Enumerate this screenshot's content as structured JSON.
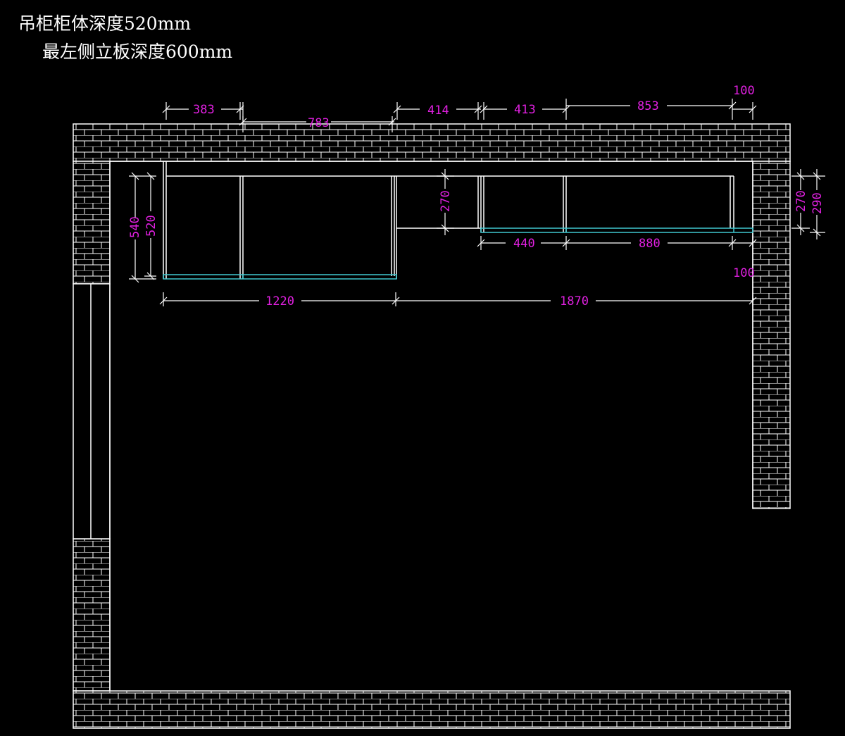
{
  "notes": {
    "line1": "吊柜柜体深度520mm",
    "line2": "最左侧立板深度600mm"
  },
  "dimensions": {
    "d383": "383",
    "d783": "783",
    "d414": "414",
    "d413": "413",
    "d853": "853",
    "d100_top": "100",
    "d540": "540",
    "d520": "520",
    "d270_mid": "270",
    "d440": "440",
    "d880": "880",
    "d100_right": "100",
    "d1220": "1220",
    "d1870": "1870",
    "d270_right": "270",
    "d290_right": "290"
  },
  "colors": {
    "background": "#000000",
    "lines": "#ffffff",
    "dimension_text": "#e020e0",
    "shelf_highlight": "#40c8d0"
  }
}
